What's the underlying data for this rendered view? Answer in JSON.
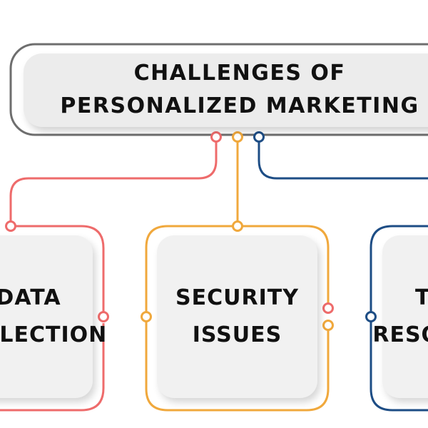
{
  "header": {
    "lines": [
      "CHALLENGES OF",
      "PERSONALIZED MARKETING"
    ]
  },
  "cards": [
    {
      "lines": [
        "DATA",
        "COLLECTION"
      ],
      "accent": "#ee6b6b"
    },
    {
      "lines": [
        "SECURITY",
        "ISSUES"
      ],
      "accent": "#f0a83c"
    },
    {
      "lines": [
        "TECH",
        "RESOURCES"
      ],
      "accent": "#1d4d85"
    }
  ],
  "colors": {
    "outline": "#6e6e6e",
    "card_fill": "#f1f1f1",
    "text": "#111111"
  }
}
